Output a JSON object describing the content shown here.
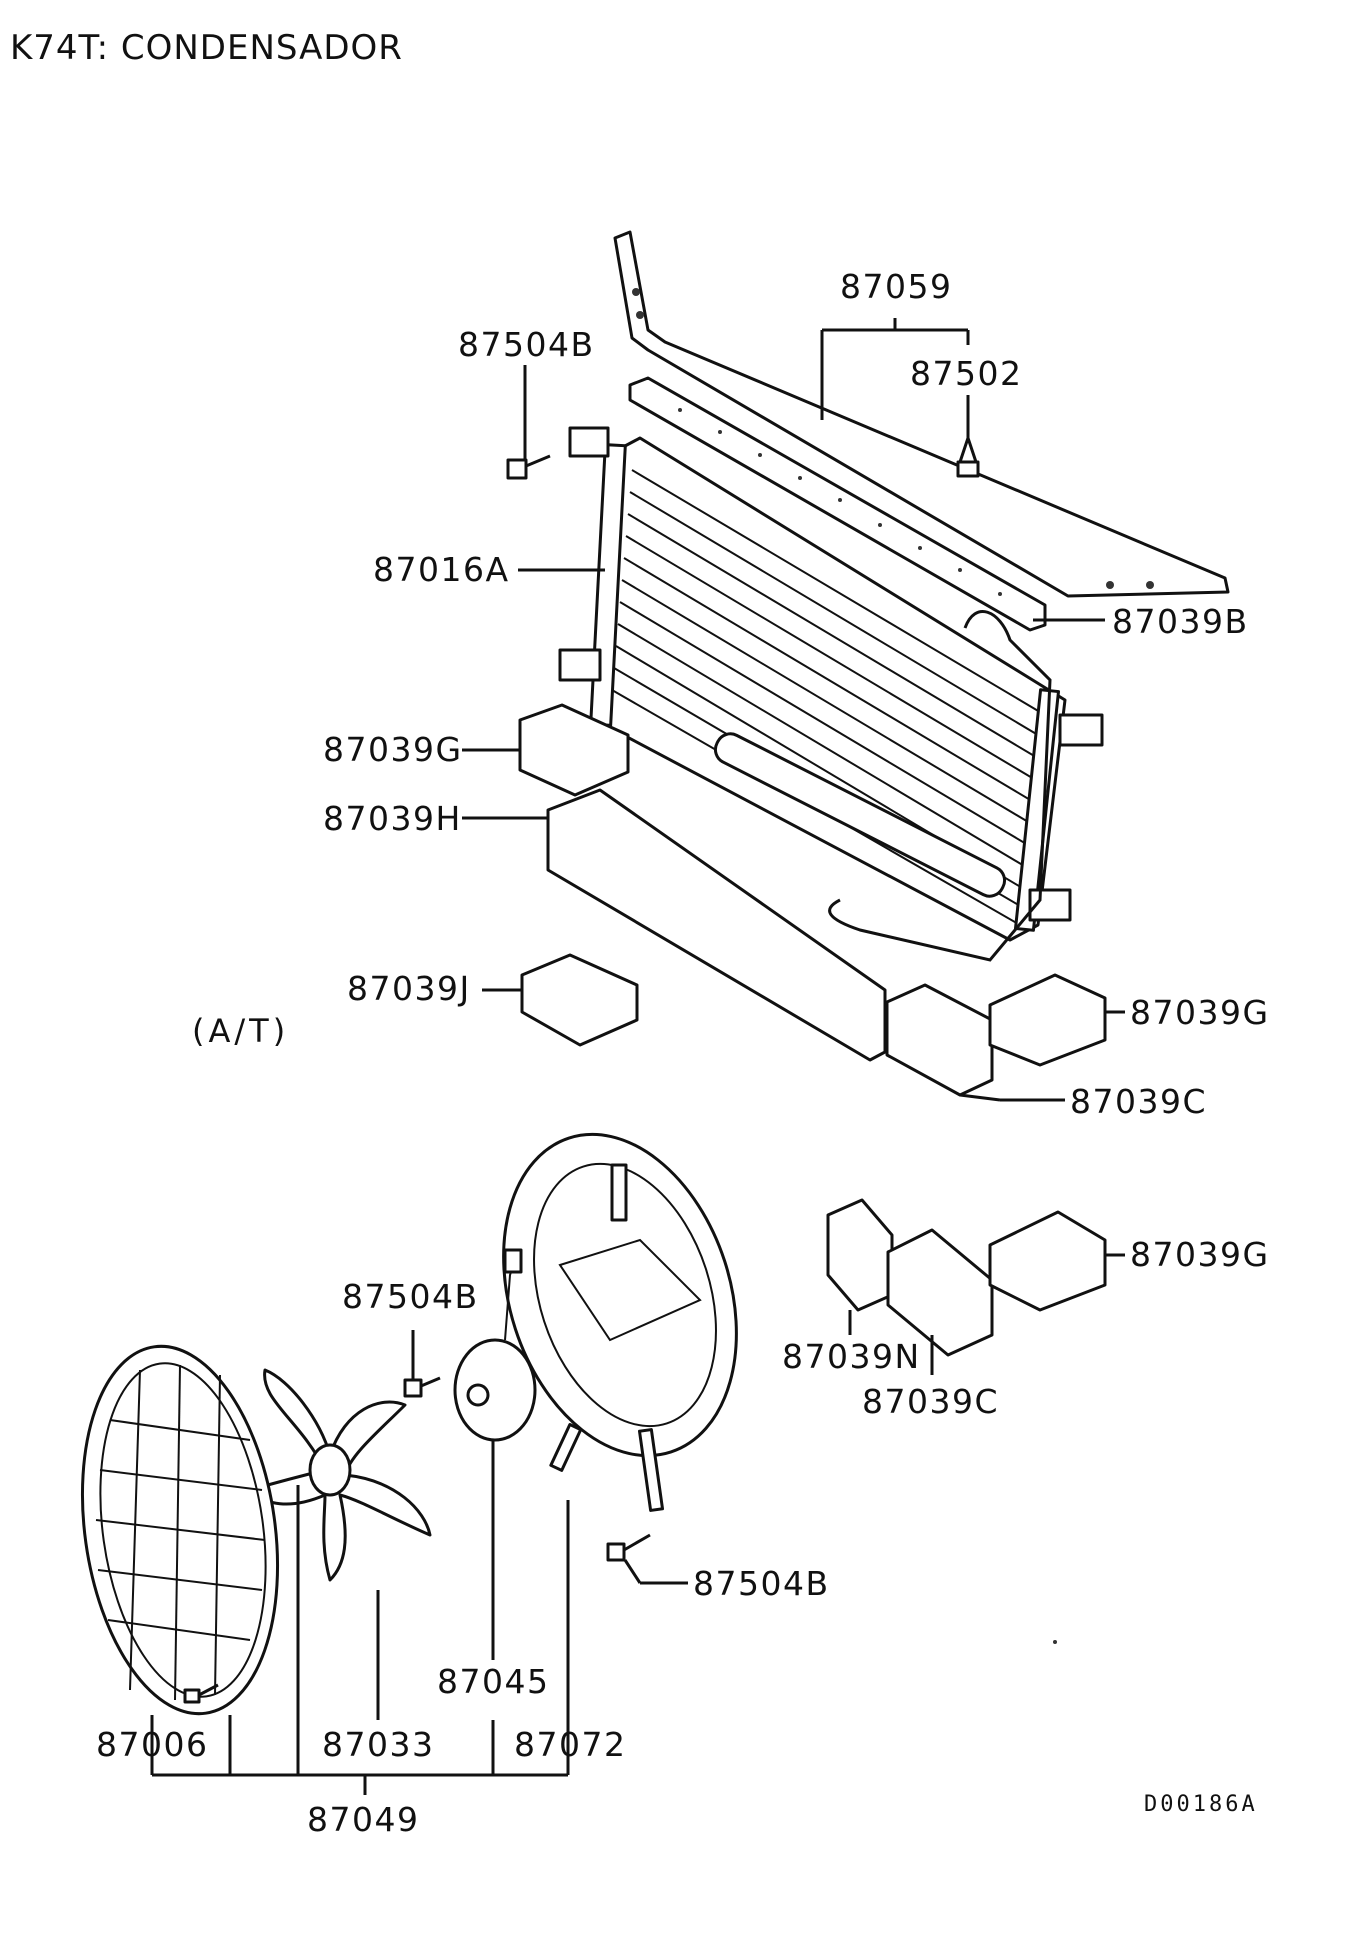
{
  "title": "K74T: CONDENSADOR",
  "variant_note": "(A/T)",
  "drawing_code": "D00186A",
  "labels": {
    "p87059": "87059",
    "p87502": "87502",
    "p87504B_top": "87504B",
    "p87016A": "87016A",
    "p87039B": "87039B",
    "p87039G_left": "87039G",
    "p87039H": "87039H",
    "p87039J": "87039J",
    "p87039G_right": "87039G",
    "p87039C_top": "87039C",
    "p87039G_lower": "87039G",
    "p87039N": "87039N",
    "p87039C_lower": "87039C",
    "p87504B_mid": "87504B",
    "p87504B_low": "87504B",
    "p87045": "87045",
    "p87006": "87006",
    "p87033": "87033",
    "p87072": "87072",
    "p87049": "87049"
  }
}
